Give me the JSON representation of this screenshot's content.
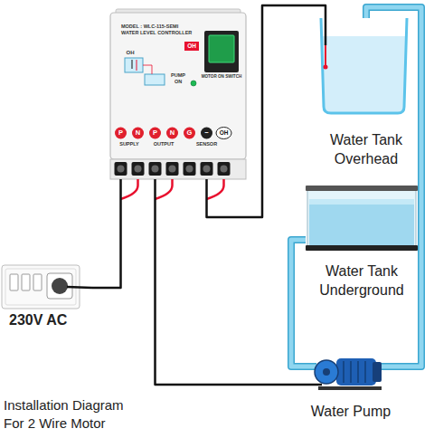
{
  "diagram": {
    "caption": "Installation Diagram For 2 Wire Motor",
    "nodes": [
      {
        "text": [
          "MODEL : WLC-115-SEMI",
          "WATER LEVEL CONTROLLER"
        ]
      },
      {
        "text": [
          "Water Tank Overhead"
        ]
      },
      {
        "text": [
          "Water Tank Underground"
        ]
      },
      {
        "text": [
          "Water Pump"
        ]
      },
      {
        "text": [
          "230V AC"
        ]
      }
    ],
    "edges": [
      {
        "from": 4,
        "to": 0,
        "arrow": "none"
      },
      {
        "from": 0,
        "to": 1,
        "arrow": "none"
      },
      {
        "from": 0,
        "to": 3,
        "arrow": "none"
      },
      {
        "from": 2,
        "to": 3,
        "arrow": "none"
      },
      {
        "from": 3,
        "to": 1,
        "arrow": "none"
      }
    ],
    "labels": [
      "OH",
      "OH",
      "PUMP ON",
      "MOTOR ON SWITCH",
      "P",
      "N",
      "P",
      "N",
      "G",
      "−",
      "OH",
      "SUPPLY",
      "OUTPUT",
      "SENSOR"
    ]
  }
}
